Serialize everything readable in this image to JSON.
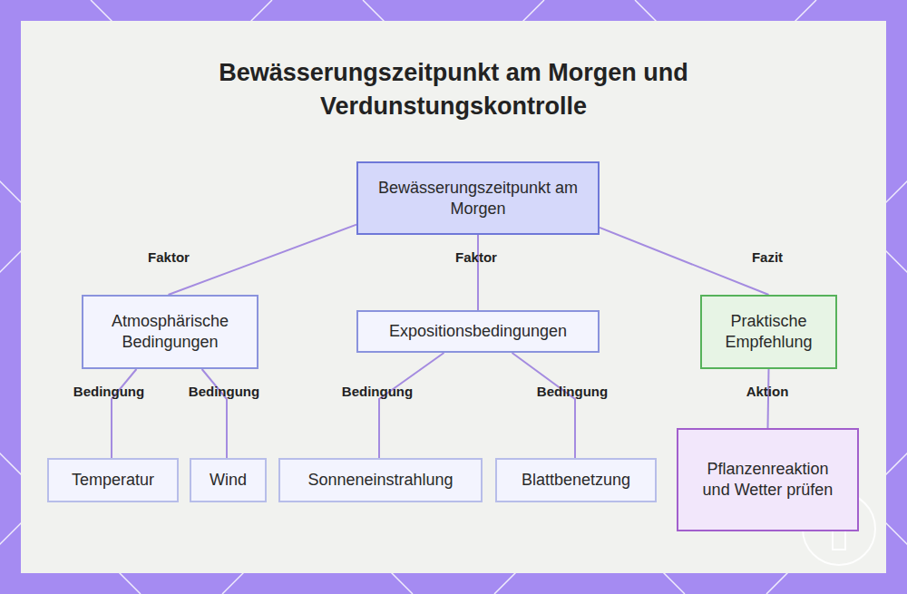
{
  "diagram": {
    "title": "Bewässerungszeitpunkt am Morgen und Verdunstungskontrolle",
    "nodes": [
      {
        "text": [
          "Bewässerungszeitpunkt am Morgen"
        ]
      },
      {
        "text": [
          "Atmosphärische Bedingungen"
        ]
      },
      {
        "text": [
          "Expositionsbedingungen"
        ]
      },
      {
        "text": [
          "Praktische Empfehlung"
        ]
      },
      {
        "text": [
          "Temperatur"
        ]
      },
      {
        "text": [
          "Wind"
        ]
      },
      {
        "text": [
          "Sonneneinstrahlung"
        ]
      },
      {
        "text": [
          "Blattbenetzung"
        ]
      },
      {
        "text": [
          "Pflanzenreaktion und Wetter prüfen"
        ]
      }
    ],
    "edges": [
      {
        "from": 0,
        "to": 1,
        "label": "Faktor",
        "arrow": "none"
      },
      {
        "from": 0,
        "to": 2,
        "label": "Faktor",
        "arrow": "none"
      },
      {
        "from": 0,
        "to": 3,
        "label": "Fazit",
        "arrow": "none"
      },
      {
        "from": 1,
        "to": 4,
        "label": "Bedingung",
        "arrow": "none"
      },
      {
        "from": 1,
        "to": 5,
        "label": "Bedingung",
        "arrow": "none"
      },
      {
        "from": 2,
        "to": 6,
        "label": "Bedingung",
        "arrow": "none"
      },
      {
        "from": 2,
        "to": 7,
        "label": "Bedingung",
        "arrow": "none"
      },
      {
        "from": 3,
        "to": 8,
        "label": "Aktion",
        "arrow": "none"
      }
    ]
  }
}
